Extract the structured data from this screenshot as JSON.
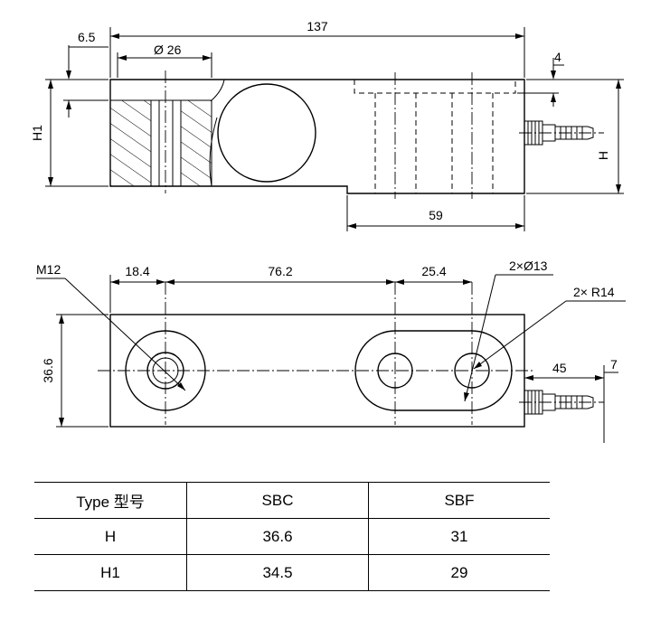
{
  "side_view": {
    "dims": {
      "top_length": "137",
      "left_offset": "6.5",
      "hole_dia": "Ø 26",
      "right_offset": "4",
      "bottom_length": "59",
      "height_h1": "H1",
      "height_h": "H"
    }
  },
  "top_view": {
    "dims": {
      "thread": "M12",
      "d1": "18.4",
      "d2": "76.2",
      "d3": "25.4",
      "holes": "2×Ø13",
      "radius": "2× R14",
      "width": "36.6",
      "cable_pos": "45",
      "cable_offset": "7"
    }
  },
  "spec_table": {
    "header": [
      "Type 型号",
      "SBC",
      "SBF"
    ],
    "rows": [
      [
        "H",
        "36.6",
        "31"
      ],
      [
        "H1",
        "34.5",
        "29"
      ]
    ]
  }
}
